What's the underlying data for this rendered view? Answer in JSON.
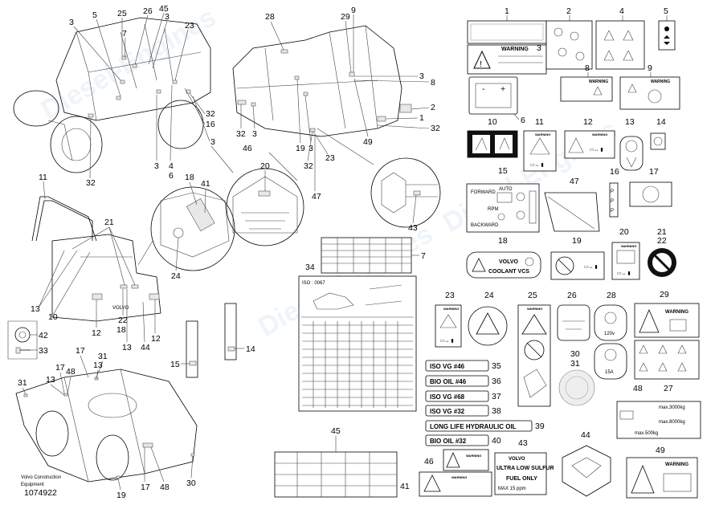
{
  "credit": {
    "line1": "Volvo Construction",
    "line2": "Equipment",
    "part_number": "1074922"
  },
  "decals": {
    "warning": "WARNING",
    "volvo": "VOLVO",
    "coolant": "COOLANT VCS",
    "iso46": "ISO VG #46",
    "bio46": "BIO OIL #46",
    "iso68": "ISO VG #68",
    "iso32": "ISO VG #32",
    "longlife": "LONG LIFE HYDRAULIC OIL",
    "bio32": "BIO OIL #32",
    "ulsf1": "ULTRA LOW SULFUR",
    "ulsf2": "FUEL ONLY",
    "ulsf3": "MAX 15 ppm",
    "forward": "FORWARD",
    "auto": "AUTO",
    "rpm": "RPM",
    "backward": "BACKWARD",
    "v120": "120v",
    "a15": "15A",
    "iso_text": "ISO : 0067",
    "max3000": "max.3000kg",
    "max8000": "max.8000kg",
    "max500": "max.500kg"
  }
}
